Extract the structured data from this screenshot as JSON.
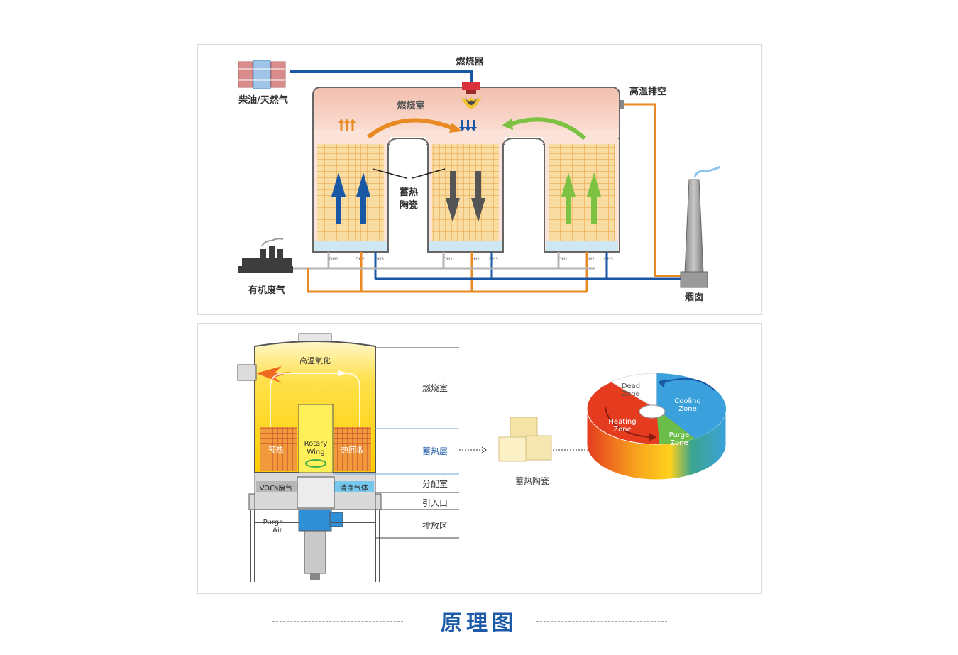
{
  "diagram1": {
    "fuel_label": "柴油/天然气",
    "burner_label": "燃烧器",
    "chamber_label": "燃烧室",
    "exhaust_label": "高温排空",
    "ceramic_label_1": "蓄热",
    "ceramic_label_2": "陶瓷",
    "waste_gas_label": "有机废气",
    "chimney_label": "烟囱",
    "valve_label_a": "DH1",
    "valve_label_b": "DH2",
    "valve_label_c": "DH3"
  },
  "diagram2": {
    "oxidation_label": "高温氧化",
    "preheat_label": "预热",
    "recovery_label": "热回收",
    "rotary_label_1": "Rotary",
    "rotary_label_2": "Wing",
    "vocs_label": "VOCs废气",
    "clean_label": "清净气体",
    "purge_label_1": "Purge",
    "purge_label_2": "Air",
    "zone_labels": [
      "燃烧室",
      "蓄热层",
      "分配室",
      "引入口",
      "排放区"
    ],
    "ceramic_label": "蓄热陶瓷",
    "dead_zone_1": "Dead",
    "dead_zone_2": "Zone",
    "cooling_zone_1": "Cooling",
    "cooling_zone_2": "Zone",
    "heating_zone_1": "Heating",
    "heating_zone_2": "Zone",
    "purge_zone_1": "Purge",
    "purge_zone_2": "Zone"
  },
  "footer": {
    "title": "原理图"
  },
  "colors": {
    "blue_pipe": "#1a57a4",
    "orange_pipe": "#e98a24",
    "gray_pipe": "#b4b4b4",
    "chamber_fill": "#f4c7b7",
    "ceramic_fill": "#f8dca1",
    "accent_title": "#1d5aa8"
  }
}
